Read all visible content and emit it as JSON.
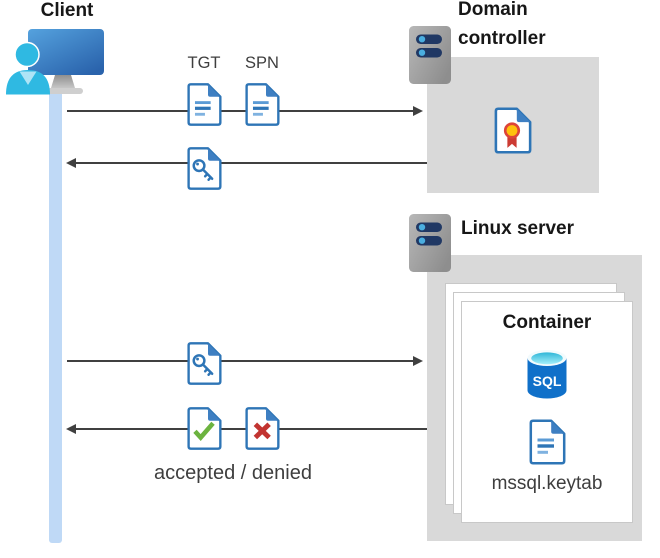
{
  "client": {
    "label": "Client"
  },
  "domain_controller": {
    "label": "Domain controller"
  },
  "linux_server": {
    "label": "Linux server"
  },
  "container": {
    "title": "Container",
    "sql_badge": "SQL",
    "keytab_file": "mssql.keytab"
  },
  "messages": {
    "tgt_label": "TGT",
    "spn_label": "SPN",
    "result_label": "accepted / denied"
  },
  "colors": {
    "doc_blue": "#2E75B6",
    "check_green": "#6CB33F",
    "cross_red": "#C23431",
    "rosette_yellow": "#FFC10D",
    "rosette_red": "#DD4439",
    "sql_blue": "#1070C9",
    "server_navy": "#203864",
    "box_gray": "#D9D9D9",
    "lifeline_blue": "#BFD9F6",
    "arrow_gray": "#404040",
    "person_cyan": "#2FB9E2"
  }
}
